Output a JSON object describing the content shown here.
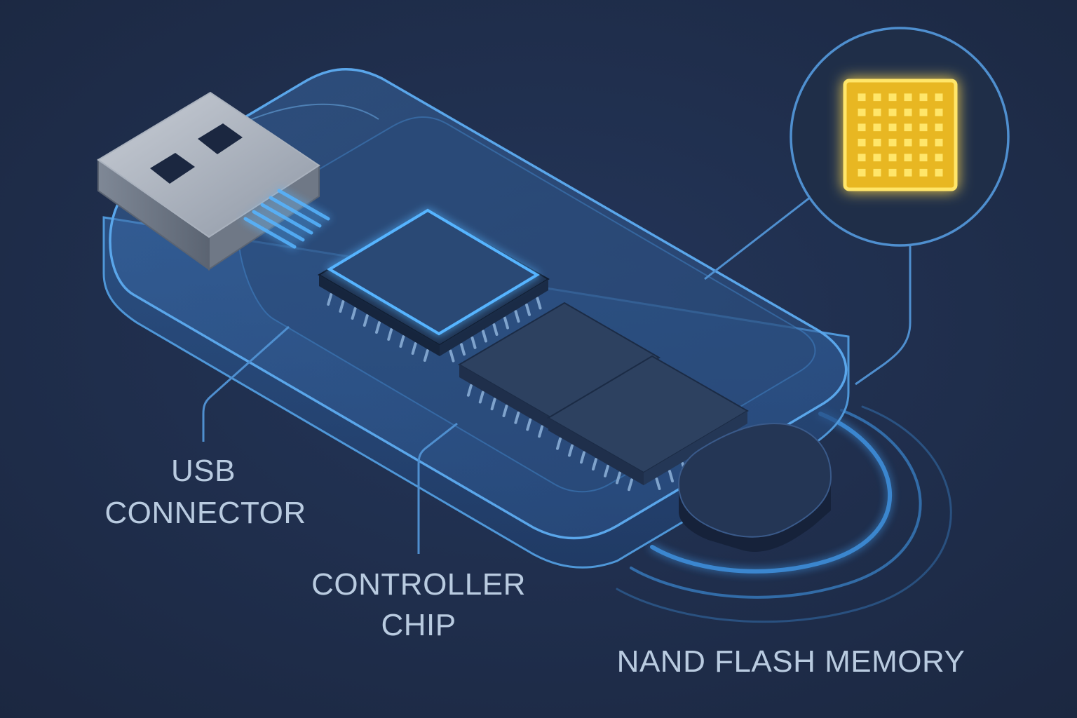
{
  "labels": {
    "usb_line1": "USB",
    "usb_line2": "CONNECTOR",
    "controller_line1": "CONTROLLER",
    "controller_line2": "CHIP",
    "nand": "NAND FLASH MEMORY"
  },
  "colors": {
    "background": "#1f2e48",
    "body_outline": "#4f97d8",
    "chip_dark": "#2d4160",
    "glow_blue": "#48a8ff",
    "nand_yellow": "#f4d63a",
    "label_text": "#b9cbe0",
    "connector_metal": "#8c96a4"
  },
  "callout": {
    "grid_rows": 6,
    "grid_cols": 6
  }
}
